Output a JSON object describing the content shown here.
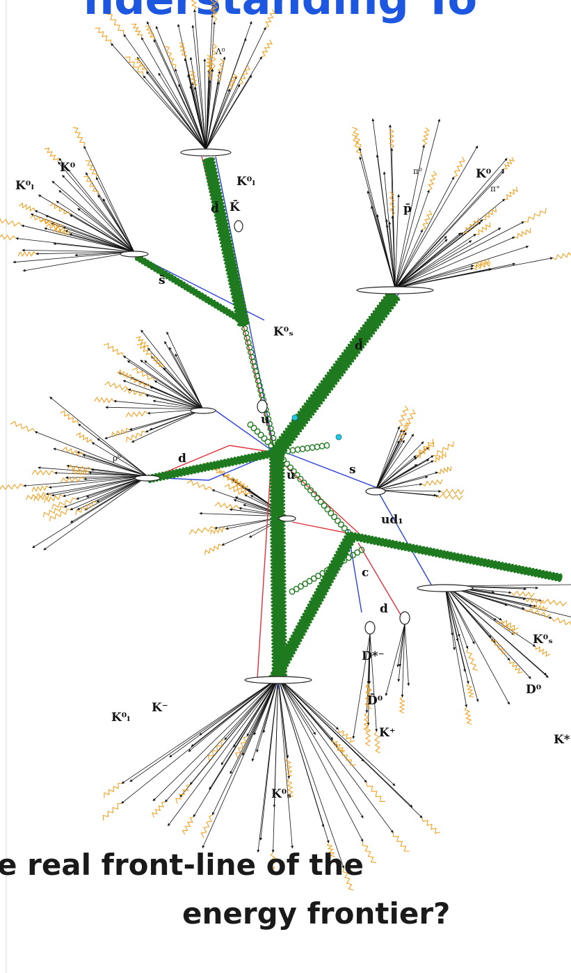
{
  "slide": {
    "title": "nderstanding To",
    "caption_line1": "e real front-line of the",
    "caption_line2": "energy frontier?"
  },
  "colors": {
    "title": "#1d57e0",
    "caption": "#1a1a1a",
    "gluon": "#1f7a1f",
    "quark_blue": "#2a3fd6",
    "quark_red": "#e0303a",
    "photon": "#f0a020",
    "hadron_line": "#111111",
    "vertex_marker": "#22c8e0"
  },
  "labels": {
    "d_quark_top": "d̄",
    "k_bar_top": "K̄",
    "ks0_top": "K⁰ₛ",
    "kl0_top": "K⁰ₗ",
    "k0_upper_left": "K⁰",
    "kl0_left": "K⁰ₗ",
    "k_upper_right": "K⁰",
    "p_bar": "p̄",
    "pi_plus": "π⁺",
    "pi_zero": "π⁰",
    "lambda0": "Λ⁰",
    "rho0": "ρ⁰",
    "s_bar": "s̄",
    "d_bar_mid": "d̄",
    "d_left": "d",
    "u_mid": "u",
    "u_bar": "ū",
    "s_mid": "s",
    "ud1": "ud₁",
    "c": "c",
    "d_lower": "d",
    "d_star": "D*⁻",
    "d_bar0": "D̄⁰",
    "k_plus": "K⁺",
    "k_minus": "K⁻",
    "kl0_bottom": "K⁰ₗ",
    "d0": "D⁰",
    "ks0_right": "K⁰ₛ",
    "k_star": "K*",
    "ks0_bottom": "K⁰ₛ"
  }
}
